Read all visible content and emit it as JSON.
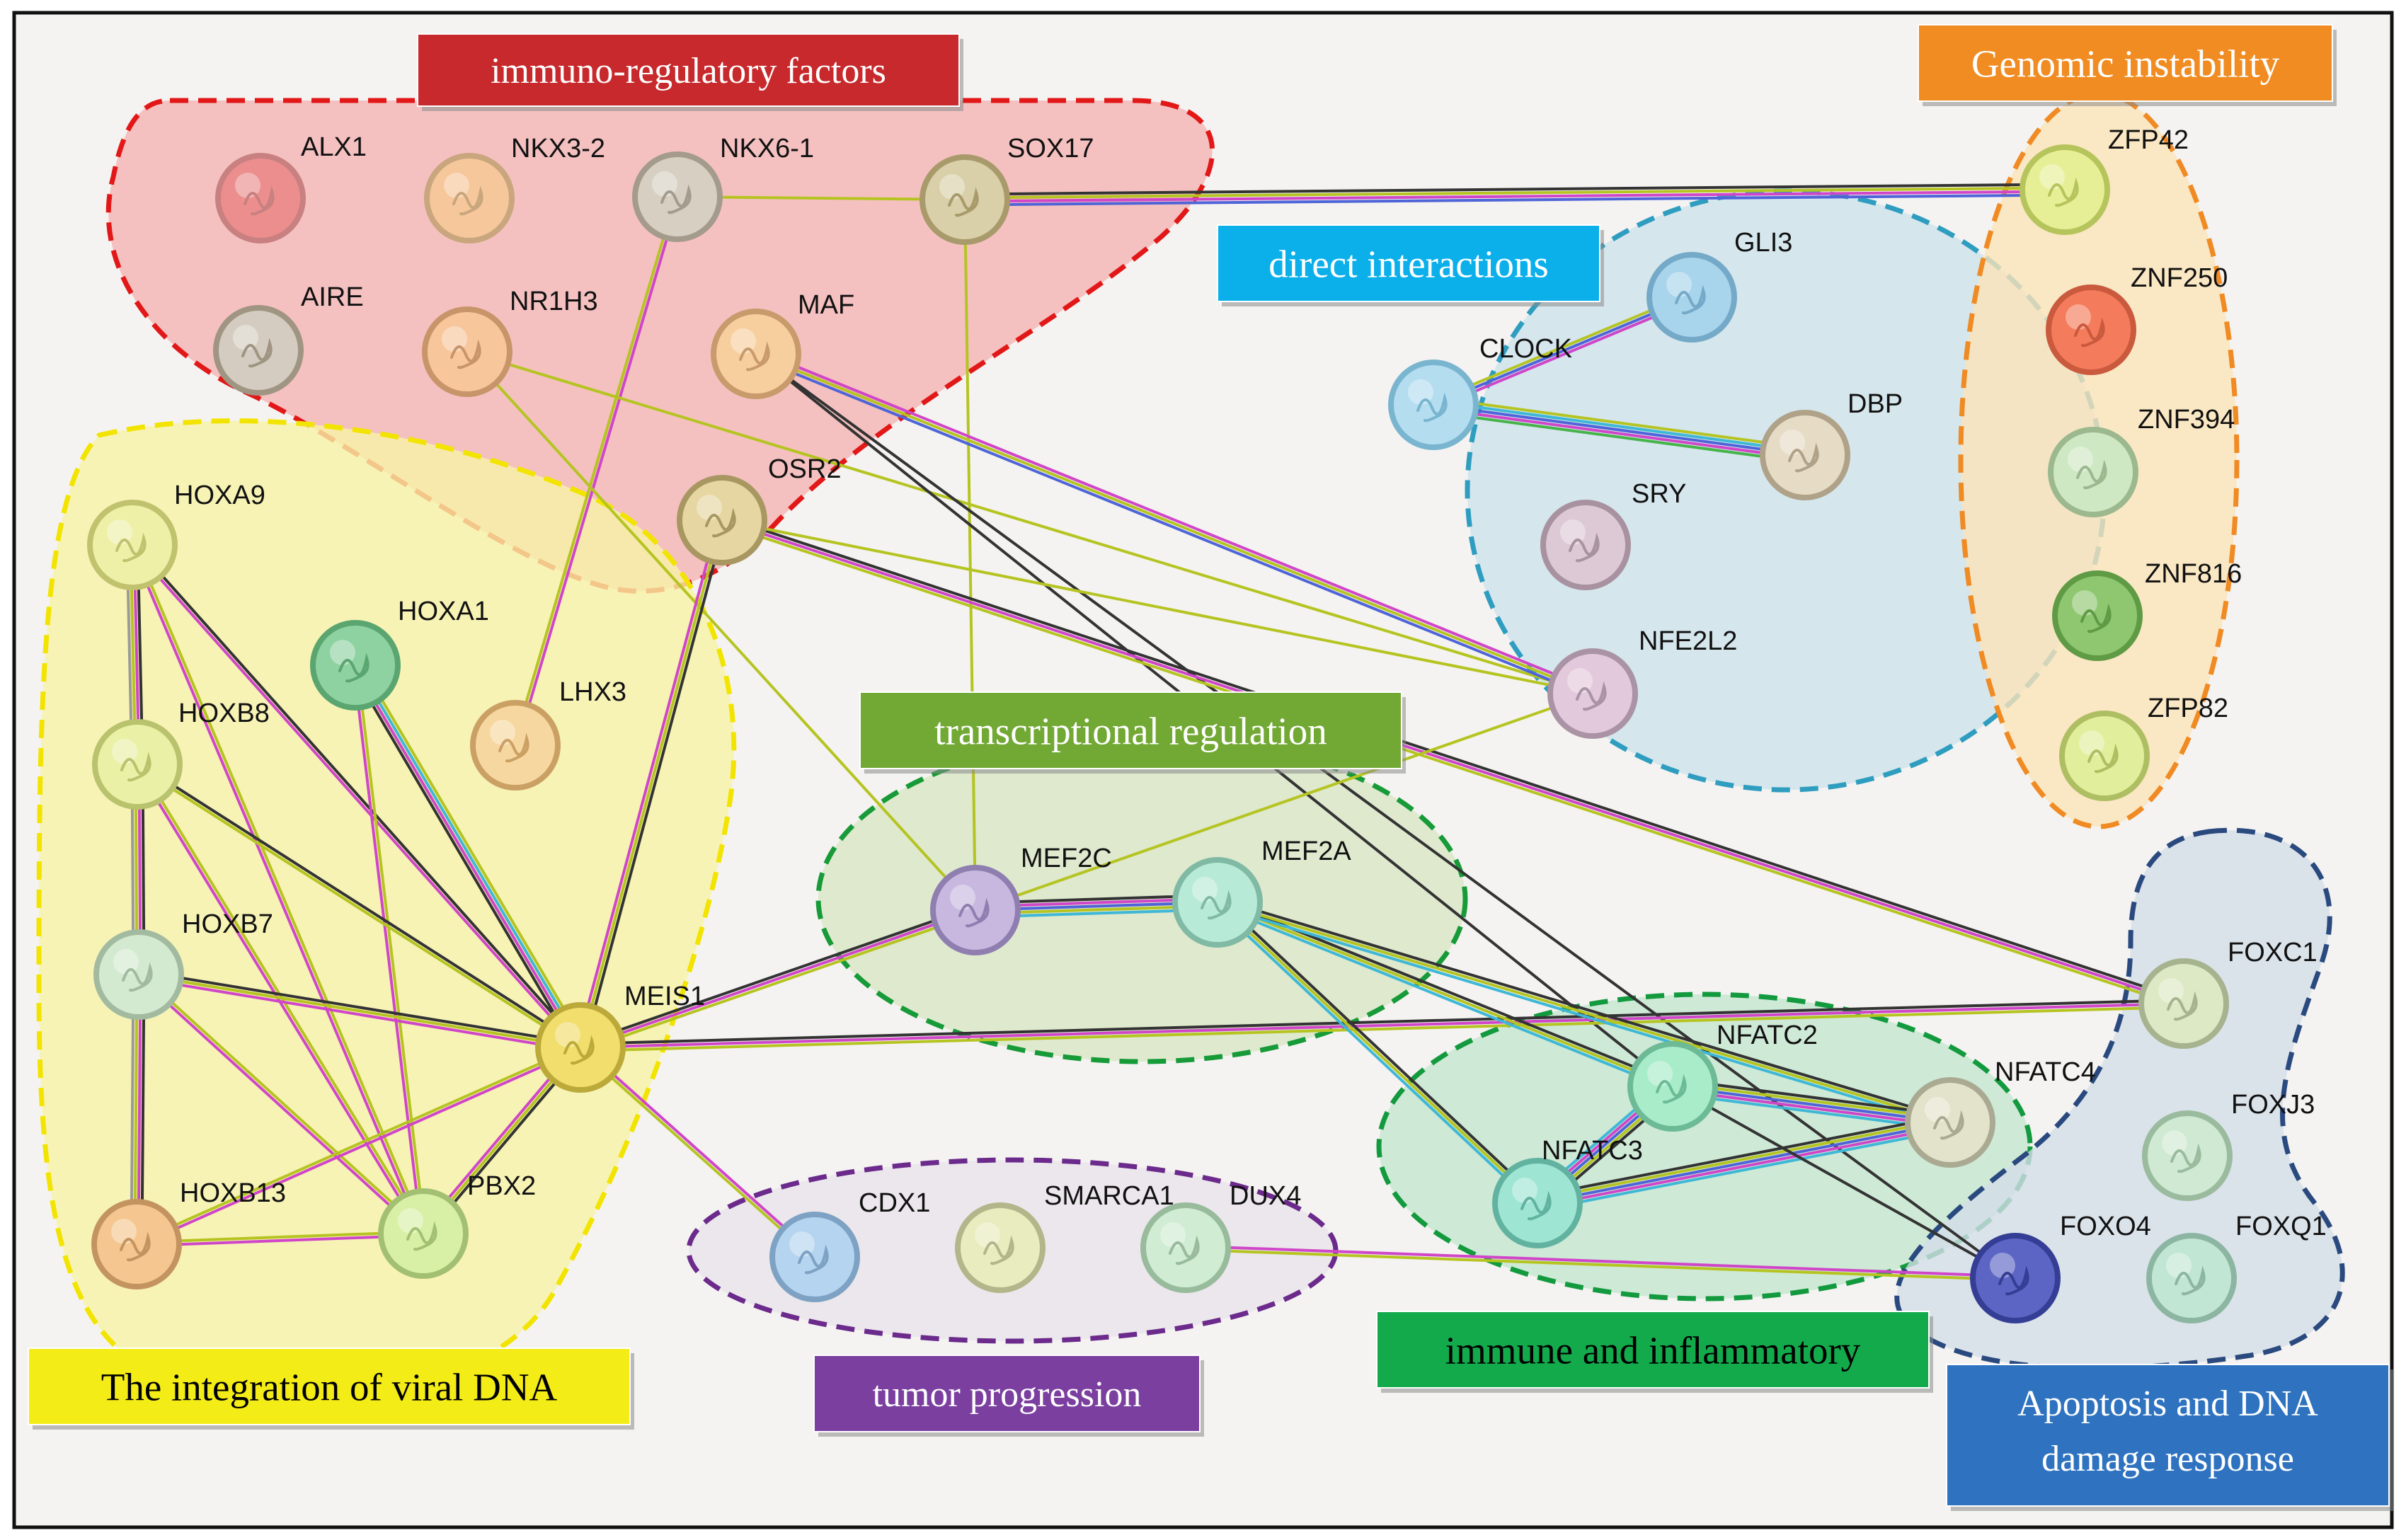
{
  "colors": {
    "background": "#f4f3f1",
    "border": "#111111",
    "edge_pink": "#d046c8",
    "edge_yellow": "#b5c421",
    "edge_black": "#333333",
    "edge_blue": "#4f64d8",
    "edge_cyan": "#3fb7d6",
    "edge_green": "#46b44a"
  },
  "groups": [
    {
      "id": "immuno",
      "label": "immuno-regulatory factors",
      "fill": "#f4b4b4",
      "stroke": "#e21818",
      "box_fill": "#c7292c",
      "text_color": "#ffffff"
    },
    {
      "id": "viral",
      "label": "The integration of viral DNA",
      "fill": "#f7f2a6",
      "stroke": "#f2e400",
      "box_fill": "#f3ec17",
      "text_color": "#000000"
    },
    {
      "id": "direct",
      "label": "direct interactions",
      "fill": "#cde2ec",
      "stroke": "#2f9dbf",
      "box_fill": "#0bb0ea",
      "text_color": "#ffffff"
    },
    {
      "id": "genomic",
      "label": "Genomic instability",
      "fill": "#fbe4b8",
      "stroke": "#f08a23",
      "box_fill": "#f08c22",
      "text_color": "#ffffff"
    },
    {
      "id": "transcription",
      "label": "transcriptional regulation",
      "fill": "#d8e6c6",
      "stroke": "#179a38",
      "box_fill": "#72a834",
      "text_color": "#ffffff"
    },
    {
      "id": "immune",
      "label": "immune and inflammatory",
      "fill": "#c4e6d0",
      "stroke": "#139a3e",
      "box_fill": "#13aa4c",
      "text_color": "#000000"
    },
    {
      "id": "tumor",
      "label": "tumor progression",
      "fill": "#e8e3eb",
      "stroke": "#6b2a8c",
      "box_fill": "#7b3fa0",
      "text_color": "#ffffff"
    },
    {
      "id": "apoptosis",
      "label": "Apoptosis and DNA damage response",
      "label_lines": [
        "Apoptosis and DNA",
        "damage response"
      ],
      "fill": "#d3dde9",
      "stroke": "#2a4a7f",
      "box_fill": "#2f73c0",
      "text_color": "#ffffff"
    }
  ],
  "nodes": [
    {
      "id": "ALX1",
      "label": "ALX1",
      "color": "#ec8e8e",
      "ring": "#c98080"
    },
    {
      "id": "NKX3-2",
      "label": "NKX3-2",
      "color": "#f6c79a",
      "ring": "#c9a67e"
    },
    {
      "id": "NKX6-1",
      "label": "NKX6-1",
      "color": "#d6cfc2",
      "ring": "#a49b8c"
    },
    {
      "id": "SOX17",
      "label": "SOX17",
      "color": "#d9cfa8",
      "ring": "#a89a6a"
    },
    {
      "id": "AIRE",
      "label": "AIRE",
      "color": "#d4ccc0",
      "ring": "#a09482"
    },
    {
      "id": "NR1H3",
      "label": "NR1H3",
      "color": "#f7c79b",
      "ring": "#c8946a"
    },
    {
      "id": "MAF",
      "label": "MAF",
      "color": "#f7cf9f",
      "ring": "#c99a6c"
    },
    {
      "id": "OSR2",
      "label": "OSR2",
      "color": "#e6d6a2",
      "ring": "#a99762"
    },
    {
      "id": "ZFP42",
      "label": "ZFP42",
      "color": "#e6ef96",
      "ring": "#b6c45c"
    },
    {
      "id": "ZNF250",
      "label": "ZNF250",
      "color": "#f47b5b",
      "ring": "#c95a3e"
    },
    {
      "id": "ZNF394",
      "label": "ZNF394",
      "color": "#cfe8c4",
      "ring": "#9bb88e"
    },
    {
      "id": "ZNF816",
      "label": "ZNF816",
      "color": "#8fc771",
      "ring": "#5f9a44"
    },
    {
      "id": "ZFP82",
      "label": "ZFP82",
      "color": "#e1ef9c",
      "ring": "#aebe62"
    },
    {
      "id": "GLI3",
      "label": "GLI3",
      "color": "#a8d4ec",
      "ring": "#74a9c8"
    },
    {
      "id": "CLOCK",
      "label": "CLOCK",
      "color": "#b4ddf0",
      "ring": "#7ab5d0"
    },
    {
      "id": "DBP",
      "label": "DBP",
      "color": "#e6dcc6",
      "ring": "#b0a288"
    },
    {
      "id": "SRY",
      "label": "SRY",
      "color": "#ddc9d6",
      "ring": "#a892a0"
    },
    {
      "id": "NFE2L2",
      "label": "NFE2L2",
      "color": "#e3c9dc",
      "ring": "#a993a4"
    },
    {
      "id": "HOXA9",
      "label": "HOXA9",
      "color": "#eef0a8",
      "ring": "#c0c26e"
    },
    {
      "id": "HOXA1",
      "label": "HOXA1",
      "color": "#8fd2a2",
      "ring": "#5aa570"
    },
    {
      "id": "LHX3",
      "label": "LHX3",
      "color": "#f7d7a0",
      "ring": "#cba064"
    },
    {
      "id": "HOXB8",
      "label": "HOXB8",
      "color": "#eaf0a6",
      "ring": "#b9c26c"
    },
    {
      "id": "HOXB7",
      "label": "HOXB7",
      "color": "#d4ead0",
      "ring": "#a2bba0"
    },
    {
      "id": "MEIS1",
      "label": "MEIS1",
      "color": "#f1de6c",
      "ring": "#bba93a"
    },
    {
      "id": "HOXB13",
      "label": "HOXB13",
      "color": "#f5c690",
      "ring": "#c49460"
    },
    {
      "id": "PBX2",
      "label": "PBX2",
      "color": "#d8f0a6",
      "ring": "#a3c072"
    },
    {
      "id": "MEF2C",
      "label": "MEF2C",
      "color": "#c8b8e0",
      "ring": "#8f7fb0"
    },
    {
      "id": "MEF2A",
      "label": "MEF2A",
      "color": "#b8ead8",
      "ring": "#80baa4"
    },
    {
      "id": "CDX1",
      "label": "CDX1",
      "color": "#b4d4ef",
      "ring": "#7ea2c4"
    },
    {
      "id": "SMARCA1",
      "label": "SMARCA1",
      "color": "#e8ecbe",
      "ring": "#b1b78a"
    },
    {
      "id": "DUX4",
      "label": "DUX4",
      "color": "#d0ecd2",
      "ring": "#98bb9c"
    },
    {
      "id": "NFATC2",
      "label": "NFATC2",
      "color": "#a8ecca",
      "ring": "#6cba96"
    },
    {
      "id": "NFATC4",
      "label": "NFATC4",
      "color": "#e3e3cc",
      "ring": "#aaaa92"
    },
    {
      "id": "NFATC3",
      "label": "NFATC3",
      "color": "#9ee5d4",
      "ring": "#62b2a0"
    },
    {
      "id": "FOXC1",
      "label": "FOXC1",
      "color": "#dde8c4",
      "ring": "#a6b38e"
    },
    {
      "id": "FOXJ3",
      "label": "FOXJ3",
      "color": "#cfe9d2",
      "ring": "#9abb9e"
    },
    {
      "id": "FOXO4",
      "label": "FOXO4",
      "color": "#5c65c4",
      "ring": "#353e95"
    },
    {
      "id": "FOXQ1",
      "label": "FOXQ1",
      "color": "#c2e6d4",
      "ring": "#8cb6a2"
    }
  ],
  "edges": [
    {
      "from": "NKX6-1",
      "to": "SOX17",
      "types": [
        "yellow"
      ]
    },
    {
      "from": "NKX6-1",
      "to": "LHX3",
      "types": [
        "pink",
        "yellow"
      ]
    },
    {
      "from": "SOX17",
      "to": "ZFP42",
      "types": [
        "black",
        "yellow",
        "pink",
        "blue"
      ]
    },
    {
      "from": "SOX17",
      "to": "MEF2C",
      "types": [
        "yellow"
      ]
    },
    {
      "from": "NR1H3",
      "to": "MEF2C",
      "types": [
        "yellow"
      ]
    },
    {
      "from": "NR1H3",
      "to": "NFE2L2",
      "types": [
        "yellow"
      ]
    },
    {
      "from": "MAF",
      "to": "NFE2L2",
      "types": [
        "pink",
        "yellow",
        "blue"
      ]
    },
    {
      "from": "MAF",
      "to": "NFATC2",
      "types": [
        "black"
      ]
    },
    {
      "from": "MAF",
      "to": "FOXO4",
      "types": [
        "black"
      ]
    },
    {
      "from": "OSR2",
      "to": "MEIS1",
      "types": [
        "black",
        "yellow",
        "pink"
      ]
    },
    {
      "from": "OSR2",
      "to": "FOXC1",
      "types": [
        "black",
        "pink",
        "yellow"
      ]
    },
    {
      "from": "OSR2",
      "to": "NFE2L2",
      "types": [
        "yellow"
      ]
    },
    {
      "from": "CLOCK",
      "to": "GLI3",
      "types": [
        "yellow",
        "blue",
        "pink"
      ]
    },
    {
      "from": "CLOCK",
      "to": "DBP",
      "types": [
        "yellow",
        "cyan",
        "blue",
        "pink",
        "green"
      ]
    },
    {
      "from": "NFE2L2",
      "to": "MEF2C",
      "types": [
        "yellow"
      ]
    },
    {
      "from": "HOXA9",
      "to": "HOXB8",
      "types": [
        "black",
        "pink",
        "yellow",
        "gray"
      ]
    },
    {
      "from": "HOXA9",
      "to": "MEIS1",
      "types": [
        "black",
        "pink"
      ]
    },
    {
      "from": "HOXA9",
      "to": "PBX2",
      "types": [
        "yellow",
        "pink"
      ]
    },
    {
      "from": "HOXA1",
      "to": "MEIS1",
      "types": [
        "yellow",
        "cyan",
        "pink",
        "black"
      ]
    },
    {
      "from": "HOXA1",
      "to": "PBX2",
      "types": [
        "yellow",
        "pink"
      ]
    },
    {
      "from": "HOXB8",
      "to": "HOXB7",
      "types": [
        "black",
        "pink",
        "yellow",
        "gray"
      ]
    },
    {
      "from": "HOXB8",
      "to": "MEIS1",
      "types": [
        "black",
        "yellow"
      ]
    },
    {
      "from": "HOXB8",
      "to": "PBX2",
      "types": [
        "yellow",
        "pink"
      ]
    },
    {
      "from": "HOXB7",
      "to": "HOXB13",
      "types": [
        "black",
        "pink",
        "yellow",
        "gray"
      ]
    },
    {
      "from": "HOXB7",
      "to": "MEIS1",
      "types": [
        "black",
        "yellow",
        "pink"
      ]
    },
    {
      "from": "HOXB7",
      "to": "PBX2",
      "types": [
        "yellow",
        "pink"
      ]
    },
    {
      "from": "HOXB13",
      "to": "MEIS1",
      "types": [
        "yellow",
        "pink"
      ]
    },
    {
      "from": "HOXB13",
      "to": "PBX2",
      "types": [
        "yellow",
        "pink"
      ]
    },
    {
      "from": "MEIS1",
      "to": "PBX2",
      "types": [
        "black",
        "yellow",
        "pink"
      ]
    },
    {
      "from": "MEIS1",
      "to": "MEF2C",
      "types": [
        "black",
        "pink",
        "yellow"
      ]
    },
    {
      "from": "MEIS1",
      "to": "FOXC1",
      "types": [
        "black",
        "pink",
        "yellow"
      ]
    },
    {
      "from": "MEIS1",
      "to": "CDX1",
      "types": [
        "pink",
        "yellow"
      ]
    },
    {
      "from": "MEF2C",
      "to": "MEF2A",
      "types": [
        "black",
        "pink",
        "blue",
        "yellow",
        "cyan"
      ]
    },
    {
      "from": "MEF2A",
      "to": "NFATC2",
      "types": [
        "black",
        "yellow",
        "cyan"
      ]
    },
    {
      "from": "MEF2A",
      "to": "NFATC3",
      "types": [
        "black",
        "yellow",
        "cyan"
      ]
    },
    {
      "from": "MEF2A",
      "to": "NFATC4",
      "types": [
        "black",
        "yellow",
        "cyan"
      ]
    },
    {
      "from": "NFATC2",
      "to": "NFATC3",
      "types": [
        "black",
        "yellow",
        "blue",
        "pink",
        "cyan"
      ]
    },
    {
      "from": "NFATC2",
      "to": "NFATC4",
      "types": [
        "black",
        "yellow",
        "blue",
        "pink",
        "cyan"
      ]
    },
    {
      "from": "NFATC3",
      "to": "NFATC4",
      "types": [
        "black",
        "yellow",
        "blue",
        "pink",
        "cyan"
      ]
    },
    {
      "from": "NFATC2",
      "to": "FOXO4",
      "types": [
        "black"
      ]
    },
    {
      "from": "DUX4",
      "to": "FOXO4",
      "types": [
        "pink",
        "yellow"
      ]
    }
  ]
}
